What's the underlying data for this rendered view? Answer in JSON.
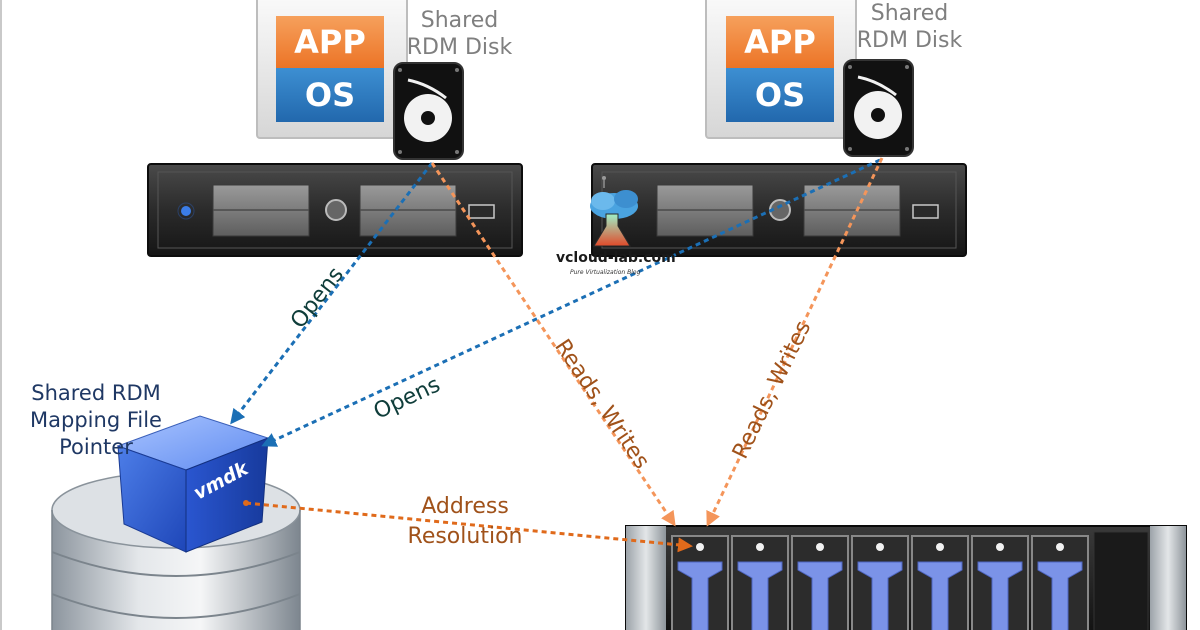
{
  "hosts": [
    {
      "app_label": "APP",
      "os_label": "OS",
      "disk_label_line1": "Shared",
      "disk_label_line2": "RDM Disk",
      "disk_icon": "hard-disk-icon"
    },
    {
      "app_label": "APP",
      "os_label": "OS",
      "disk_label_line1": "Shared",
      "disk_label_line2": "RDM Disk",
      "disk_icon": "hard-disk-icon"
    }
  ],
  "mapping_file": {
    "line1": "Shared RDM",
    "line2": "Mapping File",
    "line3": "Pointer",
    "cube_label": "vmdk",
    "cube_icon": "vmdk-cube-icon",
    "datastore_icon": "datastore-cylinder-icon"
  },
  "arrows": {
    "opens_1": "Opens",
    "opens_2": "Opens",
    "reads_writes_1": "Reads, Writes",
    "reads_writes_2": "Reads, Writes",
    "address_line1": "Address",
    "address_line2": "Resolution"
  },
  "watermark": {
    "name": "vcloud-lab.com",
    "tagline": "Pure Virtualization Blog",
    "icon": "flask-cloud-icon"
  },
  "colors": {
    "app_orange": "#f0812f",
    "os_blue": "#2e7dc2",
    "opens_arrow": "#1b6fb5",
    "reads_arrow": "#f4955a",
    "address_arrow": "#e06a1b",
    "opens_text": "#0f3d3a",
    "reads_text": "#a0521a"
  }
}
